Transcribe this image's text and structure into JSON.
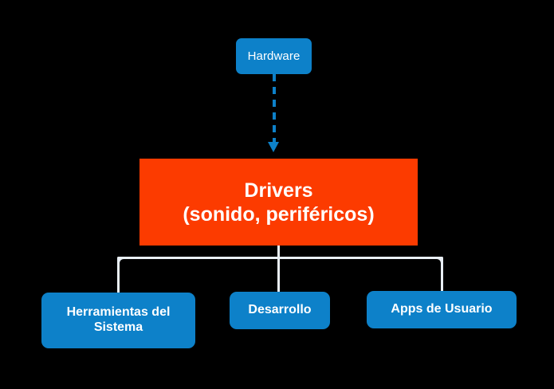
{
  "diagram": {
    "background_color": "#000000",
    "nodes": {
      "hardware": {
        "label": "Hardware",
        "color": "#0d81c9",
        "text_color": "#ffffff",
        "shape": "rounded-rectangle"
      },
      "drivers": {
        "line1": "Drivers",
        "line2": "(sonido, periféricos)",
        "color": "#fc3b00",
        "text_color": "#ffffff",
        "shape": "rectangle"
      },
      "tools": {
        "line1": "Herramientas del",
        "line2": "Sistema",
        "color": "#0d81c9",
        "text_color": "#ffffff",
        "shape": "rounded-rectangle"
      },
      "development": {
        "label": "Desarrollo",
        "color": "#0d81c9",
        "text_color": "#ffffff",
        "shape": "rounded-rectangle"
      },
      "user_apps": {
        "label": "Apps de Usuario",
        "color": "#0d81c9",
        "text_color": "#ffffff",
        "shape": "rounded-rectangle"
      }
    },
    "connectors": {
      "hardware_to_drivers": {
        "style": "dashed",
        "color": "#0d81c9",
        "arrowhead": "down"
      },
      "drivers_to_children": {
        "style": "solid-tree",
        "color": "#e9eff5",
        "arrowhead": "none"
      }
    }
  }
}
